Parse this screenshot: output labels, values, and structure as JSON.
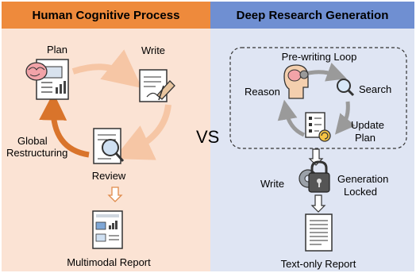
{
  "left": {
    "title": "Human Cognitive Process",
    "plan": "Plan",
    "write": "Write",
    "global": "Global",
    "restructuring": "Restructuring",
    "review": "Review",
    "report": "Multimodal Report"
  },
  "right": {
    "title": "Deep Research Generation",
    "loop": "Pre-writing Loop",
    "reason": "Reason",
    "search": "Search",
    "update": "Update",
    "plan": "Plan",
    "write": "Write",
    "generation": "Generation",
    "locked": "Locked",
    "report": "Text-only Report"
  },
  "vs": "VS",
  "colors": {
    "left_bg": "#fbe3d4",
    "left_header": "#ee8a3c",
    "right_bg": "#dfe5f3",
    "right_header": "#6f8fd2",
    "restructure_arrow": "#d9742b"
  }
}
